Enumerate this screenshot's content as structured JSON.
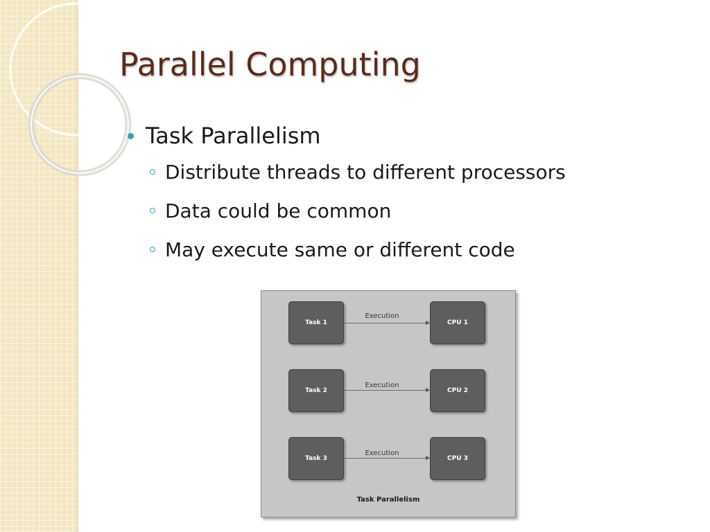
{
  "slide": {
    "title": "Parallel Computing",
    "bullet": "Task Parallelism",
    "sub_bullets": [
      "Distribute threads to different processors",
      "Data could be common",
      "May execute same or different code"
    ]
  },
  "diagram": {
    "tasks": [
      "Task 1",
      "Task 2",
      "Task 3"
    ],
    "cpus": [
      "CPU 1",
      "CPU 2",
      "CPU 3"
    ],
    "edge_labels": [
      "Execution",
      "Execution",
      "Execution"
    ],
    "caption": "Task Parallelism"
  },
  "colors": {
    "title": "#5c2a1b",
    "bullet_accent": "#3aa0b4",
    "strip": "#f3e6c1",
    "node_fill": "#5e5e5e",
    "diagram_bg": "#c6c6c6"
  }
}
